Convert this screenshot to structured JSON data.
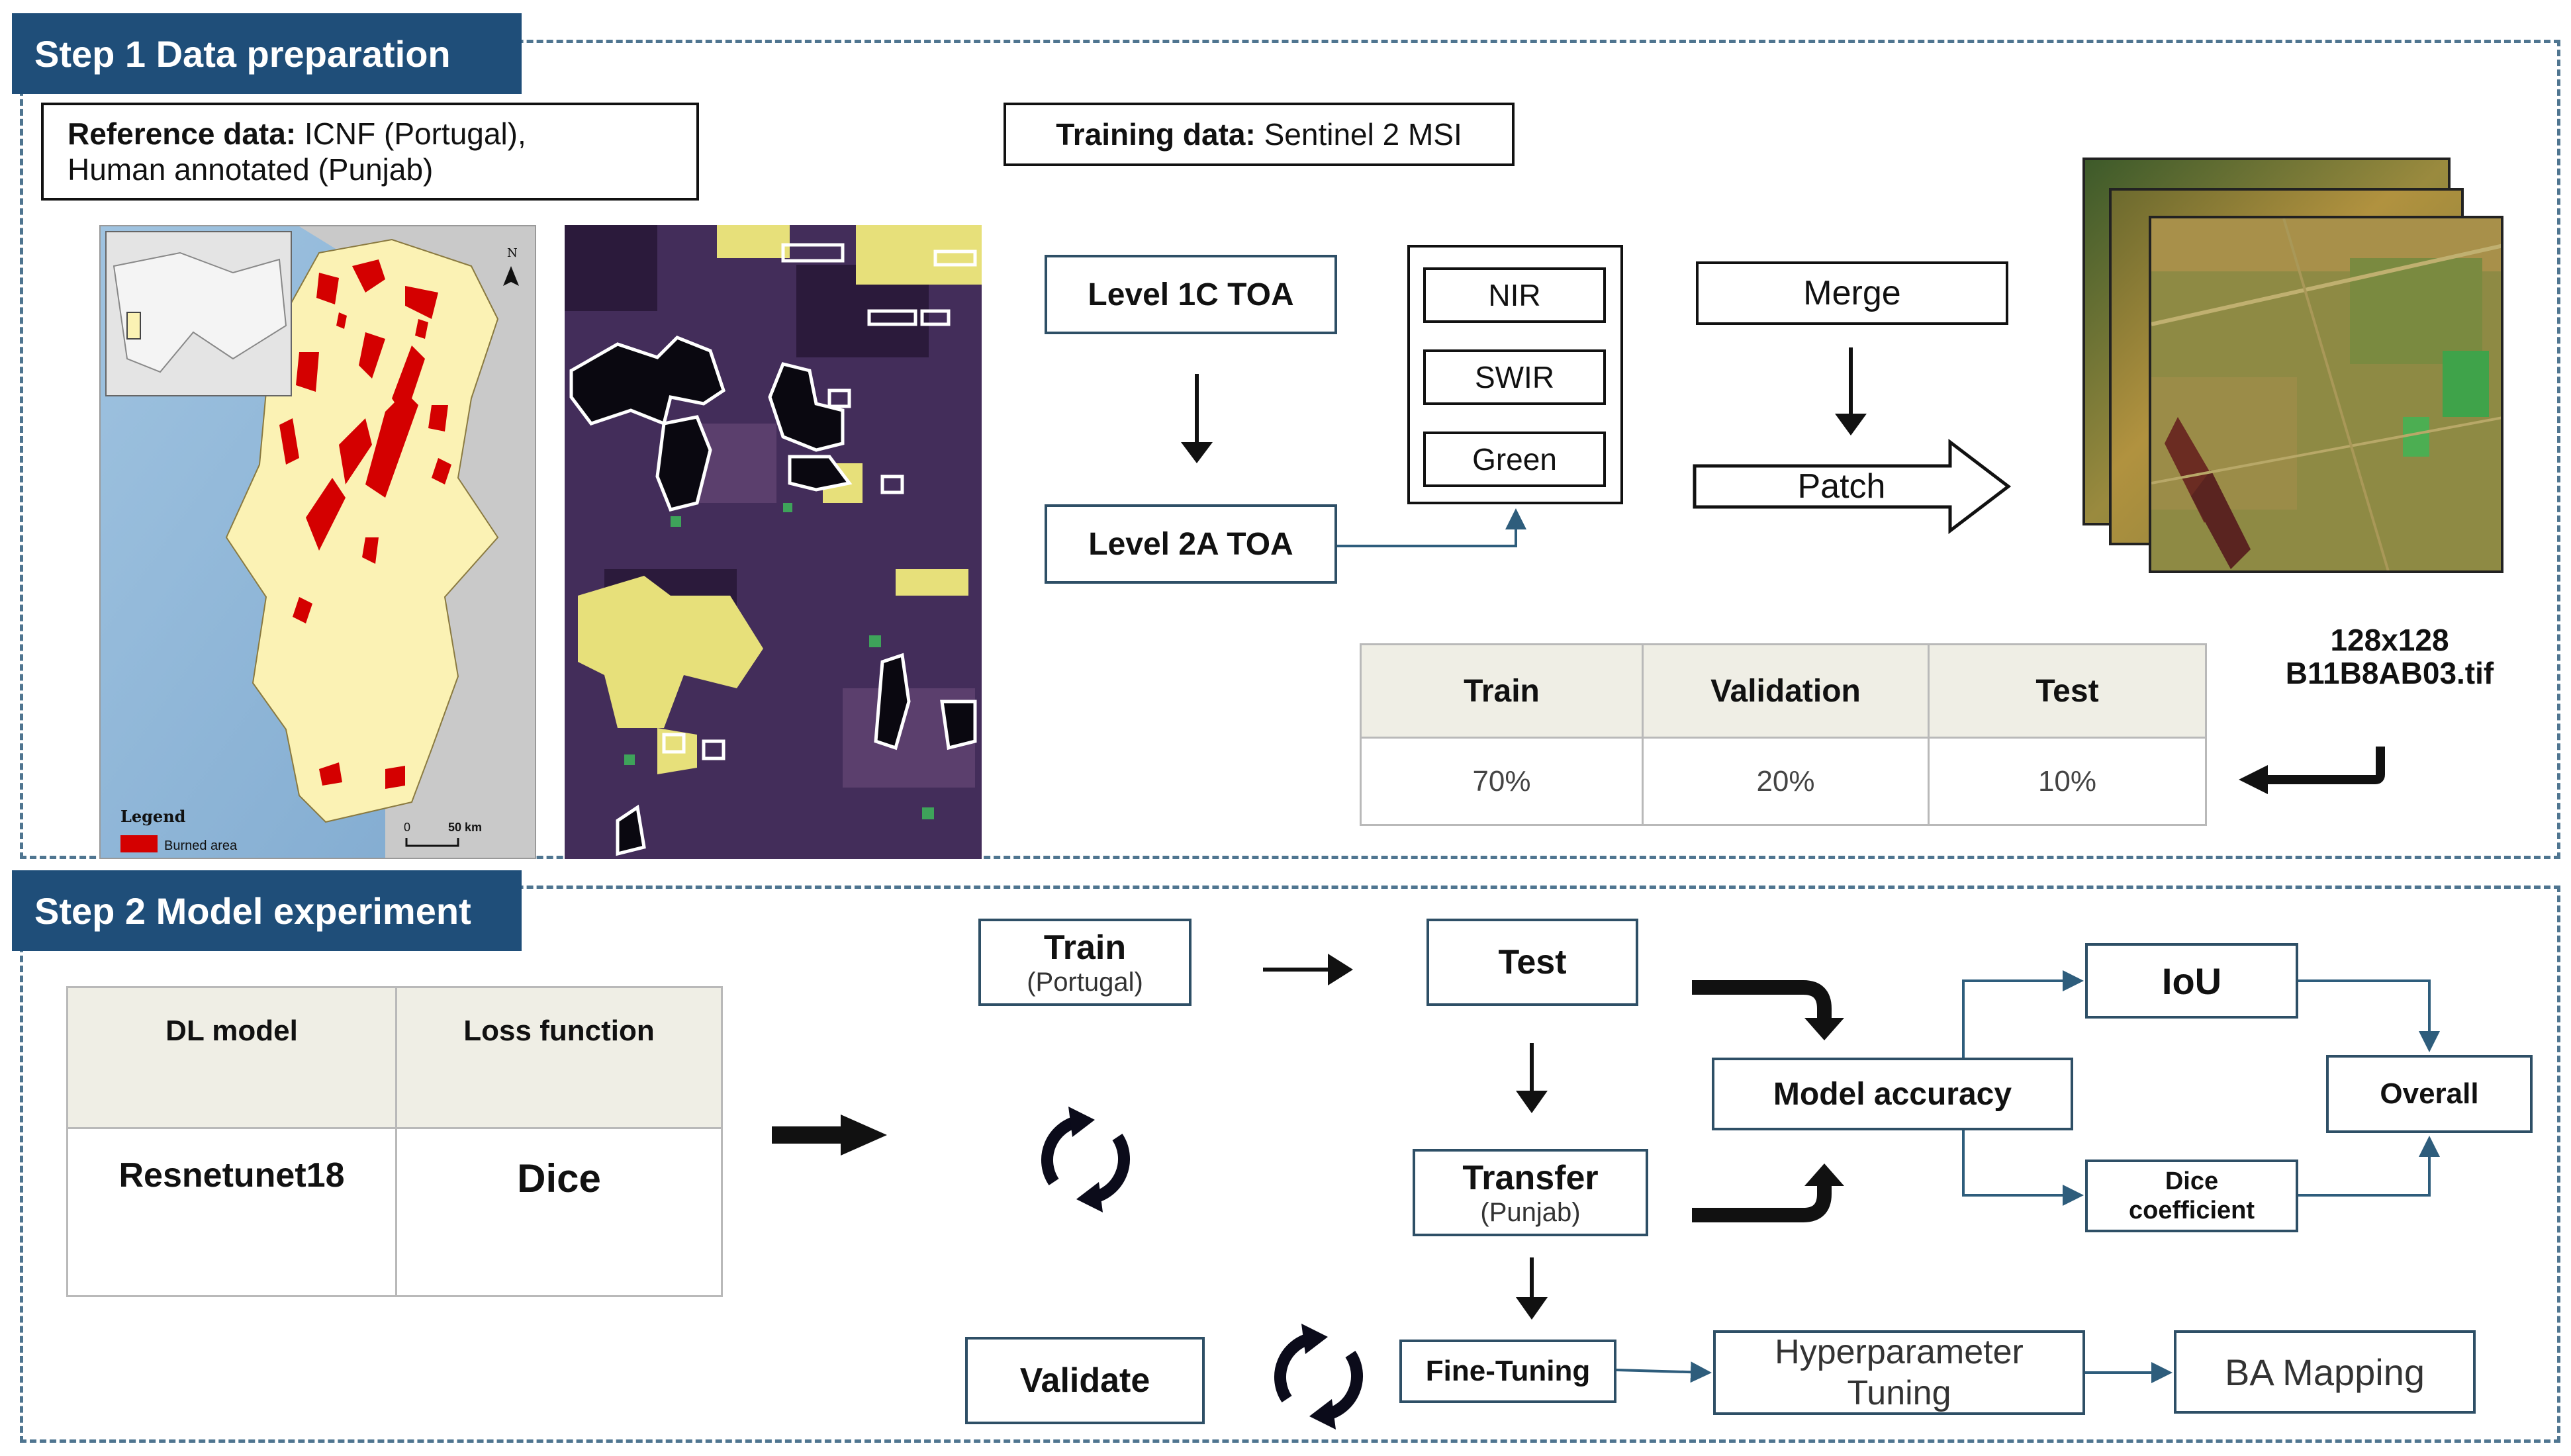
{
  "step1": {
    "title": "Step 1 Data preparation",
    "reference_label": "Reference data:",
    "reference_line1": " ICNF (Portugal),",
    "reference_line2": "Human annotated (Punjab)",
    "training_label": "Training data:",
    "training_value": " Sentinel 2 MSI",
    "level1c": "Level 1C TOA",
    "level2a": "Level 2A TOA",
    "bands": [
      "NIR",
      "SWIR",
      "Green"
    ],
    "merge": "Merge",
    "patch": "Patch",
    "patch_size": "128x128",
    "patch_file": "B11B8AB03.tif",
    "map_legend_title": "Legend",
    "map_legend_item": "Burned area",
    "map_scale_zero": "0",
    "map_scale_label": "50 km",
    "map_north": "N",
    "split_table": {
      "headers": [
        "Train",
        "Validation",
        "Test"
      ],
      "values": [
        "70%",
        "20%",
        "10%"
      ]
    }
  },
  "step2": {
    "title": "Step 2 Model experiment",
    "model_table": {
      "headers": [
        "DL model",
        "Loss function"
      ],
      "values": [
        "Resnetunet18",
        "Dice"
      ]
    },
    "train": "Train",
    "train_sub": "(Portugal)",
    "test": "Test",
    "transfer": "Transfer",
    "transfer_sub": "(Punjab)",
    "validate": "Validate",
    "fine_tuning": "Fine-Tuning",
    "hyperparameter_line1": "Hyperparameter",
    "hyperparameter_line2": "Tuning",
    "ba_mapping": "BA Mapping",
    "model_accuracy": "Model accuracy",
    "iou": "IoU",
    "dice_line1": "Dice",
    "dice_line2": "coefficient",
    "overall": "Overall"
  },
  "colors": {
    "step_header": "#1f4e79",
    "panel_border": "#4f7590",
    "burned_area": "#d40000",
    "table_header": "#efeee5"
  },
  "icons": [
    "north-arrow-icon",
    "cycle-icon"
  ]
}
